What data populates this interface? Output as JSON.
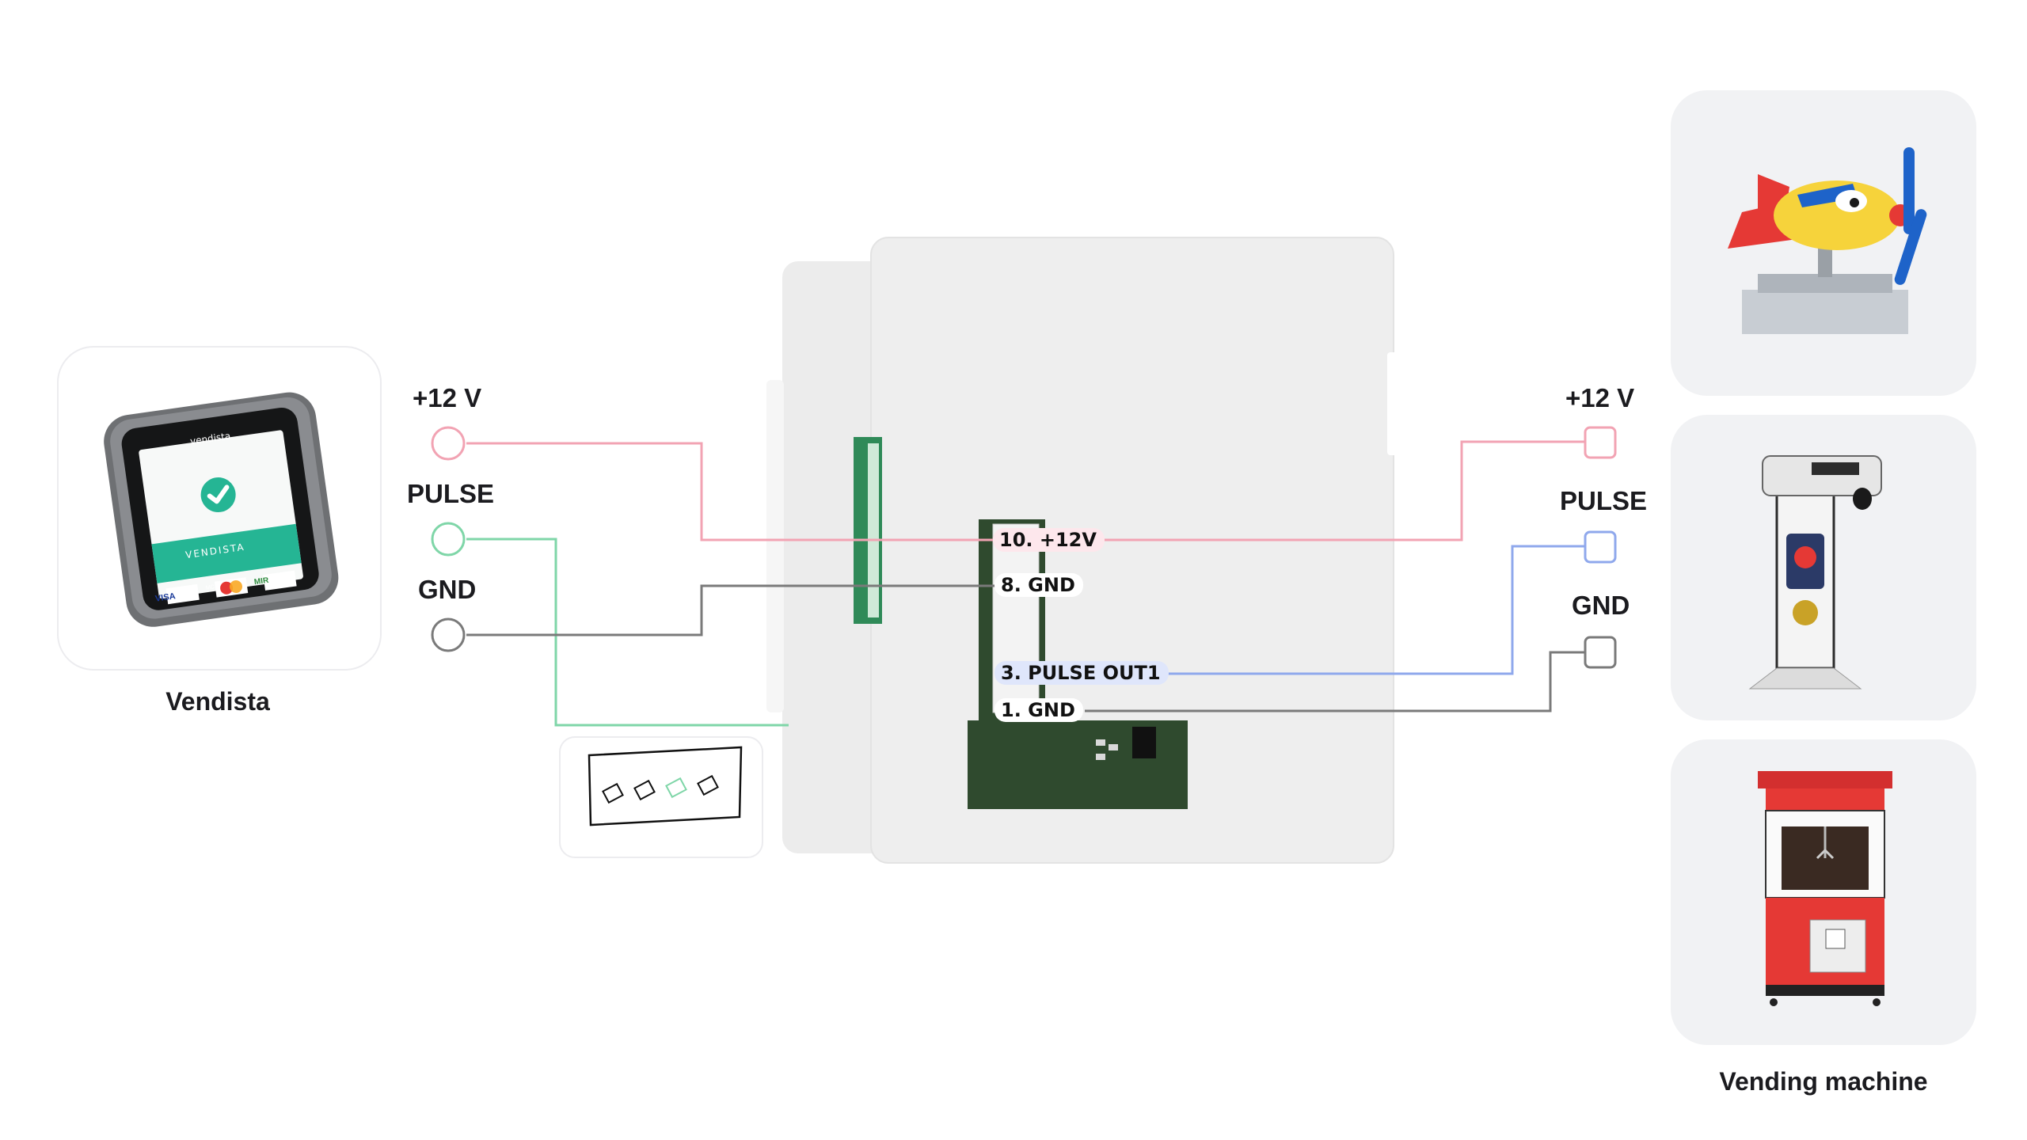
{
  "left_device": {
    "caption": "Vendista",
    "brand_text": "vendista",
    "screen_text": "VENDISTA",
    "card_brands": [
      "VISA",
      "MC",
      "MIR"
    ],
    "icon": "checkmark-icon"
  },
  "left_terminals": [
    {
      "label": "+12 V",
      "color": "#f2a3b3",
      "shape": "circle"
    },
    {
      "label": "PULSE",
      "color": "#7fd6a8",
      "shape": "circle"
    },
    {
      "label": "GND",
      "color": "#7a7a7a",
      "shape": "circle"
    }
  ],
  "right_terminals": [
    {
      "label": "+12 V",
      "color": "#f2a3b3",
      "shape": "square"
    },
    {
      "label": "PULSE",
      "color": "#8fa8ec",
      "shape": "square"
    },
    {
      "label": "GND",
      "color": "#7a7a7a",
      "shape": "square"
    }
  ],
  "board_pins": [
    {
      "label": "10.  +12V",
      "color": "#fde7ec"
    },
    {
      "label": "8.  GND",
      "color": "#ffffff"
    },
    {
      "label": "3.  PULSE OUT1",
      "color": "#dfe6fb"
    },
    {
      "label": "1.  GND",
      "color": "#ffffff"
    }
  ],
  "connector_hint": {
    "icon": "connector-blocks-icon",
    "highlighted_index": 2
  },
  "right_machines": {
    "caption": "Vending machine",
    "items": [
      {
        "name": "airplane-ride-icon"
      },
      {
        "name": "boxing-machine-icon"
      },
      {
        "name": "claw-machine-icon"
      }
    ]
  },
  "colors": {
    "power": "#f2a3b3",
    "pulse_in": "#7fd6a8",
    "pulse_out": "#8fa8ec",
    "ground": "#7a7a7a",
    "pcb": "#2f4a2e"
  }
}
